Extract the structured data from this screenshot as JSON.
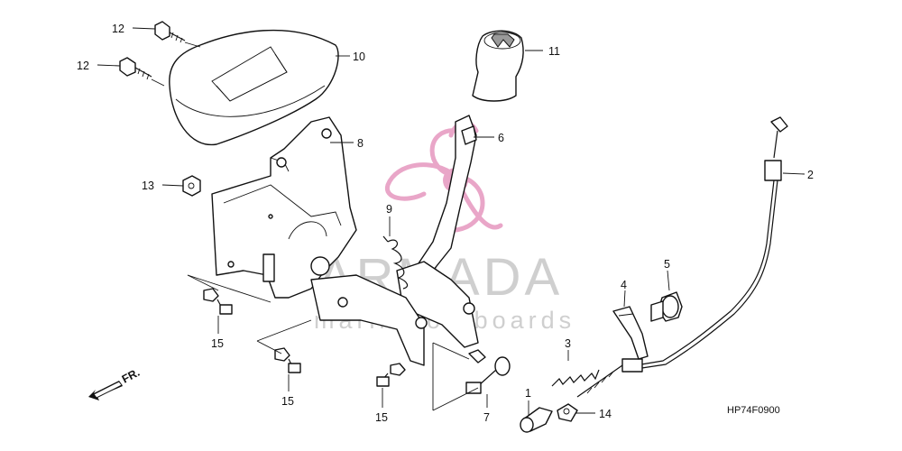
{
  "watermark": {
    "brand": "ARMADA",
    "tagline": "marine outboards"
  },
  "diagram_code": "HP74F0900",
  "direction_marker": "FR.",
  "callouts": [
    {
      "id": "c12a",
      "text": "12"
    },
    {
      "id": "c12b",
      "text": "12"
    },
    {
      "id": "c10",
      "text": "10"
    },
    {
      "id": "c11",
      "text": "11"
    },
    {
      "id": "c8",
      "text": "8"
    },
    {
      "id": "c6",
      "text": "6"
    },
    {
      "id": "c2",
      "text": "2"
    },
    {
      "id": "c13",
      "text": "13"
    },
    {
      "id": "c9",
      "text": "9"
    },
    {
      "id": "c5",
      "text": "5"
    },
    {
      "id": "c4",
      "text": "4"
    },
    {
      "id": "c3",
      "text": "3"
    },
    {
      "id": "c15a",
      "text": "15"
    },
    {
      "id": "c15b",
      "text": "15"
    },
    {
      "id": "c15c",
      "text": "15"
    },
    {
      "id": "c7",
      "text": "7"
    },
    {
      "id": "c1",
      "text": "1"
    },
    {
      "id": "c14",
      "text": "14"
    }
  ],
  "colors": {
    "logo_pink": "#e9a6c8",
    "watermark_gray": "#cfcfcf",
    "ink": "#111111"
  }
}
